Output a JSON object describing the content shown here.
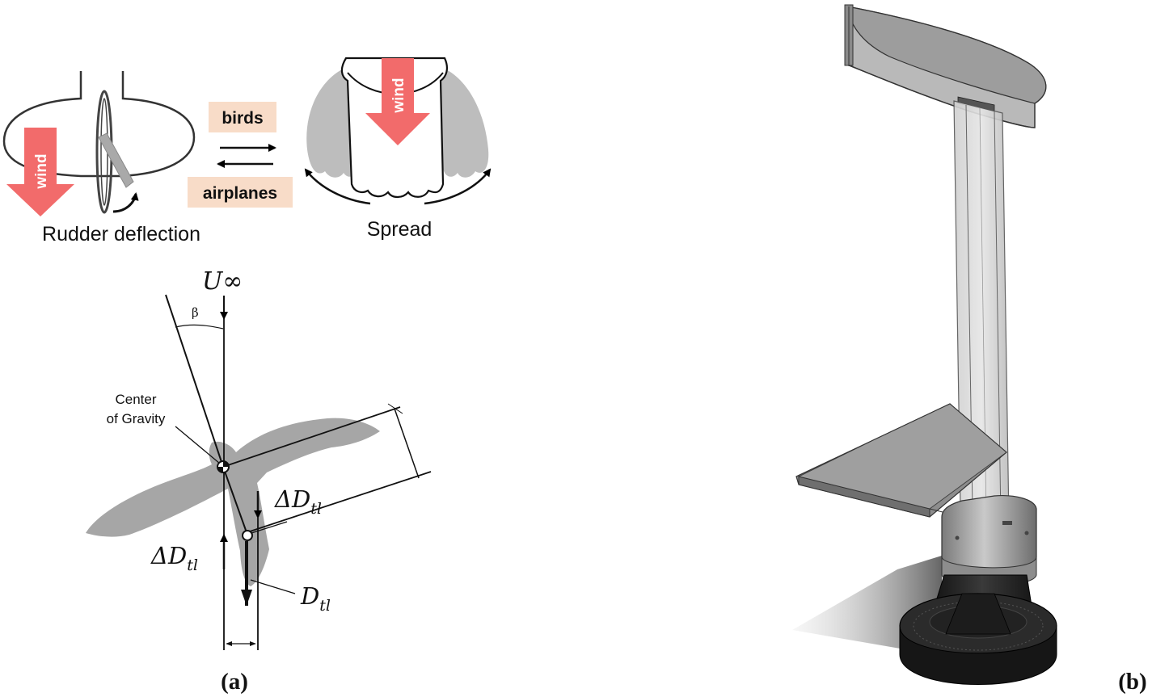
{
  "panel_a": {
    "labels": {
      "birds": "birds",
      "airplanes": "airplanes",
      "wind": "wind",
      "rudder_deflection": "Rudder deflection",
      "spread": "Spread",
      "u_infinity": "U∞",
      "beta": "β",
      "center_of_gravity_line1": "Center",
      "center_of_gravity_line2": "of Gravity",
      "delta_d_tl_right": "ΔD",
      "delta_d_tl_left": "ΔD",
      "d_tl": "D",
      "subscript_tl": "tl"
    },
    "caption": "(a)"
  },
  "panel_b": {
    "caption": "(b)"
  },
  "colors": {
    "wind_arrow": "#f26b6b",
    "label_bg": "#f8dcc8",
    "bird_silhouette": "#a6a6a6",
    "wing_grey": "#bdbdbd",
    "model_dark": "#1f1f1f",
    "model_mid": "#8a8a8a",
    "model_light": "#c4c4c4"
  }
}
